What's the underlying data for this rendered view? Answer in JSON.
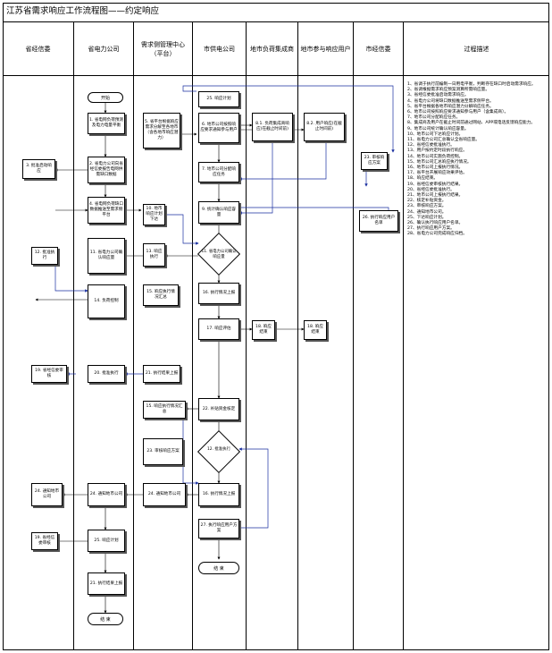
{
  "title": "江苏省需求响应工作流程图——约定响应",
  "columns": [
    "省经信委",
    "省电力公司",
    "需求侧管理中心（平台）",
    "市供电公司",
    "地市负荷集成商",
    "地市参与响应用户",
    "市经信委",
    "过程描述"
  ],
  "start_label": "开始",
  "end_label_1": "结 束",
  "end_label_2": "结 束",
  "steps": {
    "s1": "1. 省电网负荷预测及电力电量平衡",
    "s2": "2. 省电力公司向省经信委报告电网供需缺口数据",
    "s3": "3. 批准启动响应",
    "s4": "4. 省电网负荷缺口数据推送至需求侧平台",
    "s5": "5. 省平台根据响应需求分解至各地市（含各地市响应潜力）",
    "s6": "6. 地市公司按照响应要求通知参与用户",
    "s7": "7. 地市公司分配响应任务",
    "s8_1": "8.1. 负荷集成商响应(在截止时间前)",
    "s8_2": "8.2. 用户响应(在截止时间前)",
    "s9": "9. 统计确认响应容量",
    "s10": "10. 地市响应计划下达",
    "s11": "11. 省电力公司确认响应量",
    "s12": "12. 批准执行",
    "s13": "13. 响应执行",
    "s14": "14. 负荷控制",
    "s15": "15. 响应执行情况汇总",
    "s16": "16. 执行情况上报",
    "s17": "17. 响应评估",
    "s18": "18. 响应结束",
    "s19": "19. 省经信委审核",
    "s20": "20. 批准执行",
    "s21": "21. 执行结果上报",
    "s22": "22. 补贴资金核定",
    "s23": "23. 审核响应方案",
    "s24": "24. 通知地市公司",
    "s25": "25. 响应计划",
    "s26": "26. 执行响应用户名单",
    "s27": "27. 执行响应用户方案"
  },
  "description_title": "过程描述",
  "description": [
    "1、省调于执行前编制一日用电平衡，判断存在缺口时启动需求响应。",
    "2、省调根据需求响应预案测算所需响应量。",
    "3、省经信委批准启动需求响应。",
    "4、省电力公司将缺口数据推送至需求侧平台。",
    "5、省平台根据各地市响应潜力分解响应任务。",
    "6、地市公司按照响应要求通知参与用户（含集成商）。",
    "7、地市公司分配响应任务。",
    "8、集成商及用户在截止时间前通过网站、APP或电话反馈响应能力。",
    "9、地市公司统计确认响应容量。",
    "10、地市公司下达响应计划。",
    "11、省电力公司汇总确认全省响应量。",
    "12、省经信委批准执行。",
    "13、用户按约定时段执行响应。",
    "14、地市公司实施负荷控制。",
    "15、地市公司汇总响应执行情况。",
    "16、地市公司上报执行情况。",
    "17、省平台开展响应效果评估。",
    "18、响应结束。",
    "19、省经信委审核执行结果。",
    "20、省经信委批准执行。",
    "21、地市公司上报执行结果。",
    "22、核定补贴资金。",
    "23、审核响应方案。",
    "24、通知地市公司。",
    "25、下达响应计划。",
    "26、确认执行响应用户名单。",
    "27、执行响应用户方案。",
    "28、省电力公司完成响应归档。"
  ]
}
